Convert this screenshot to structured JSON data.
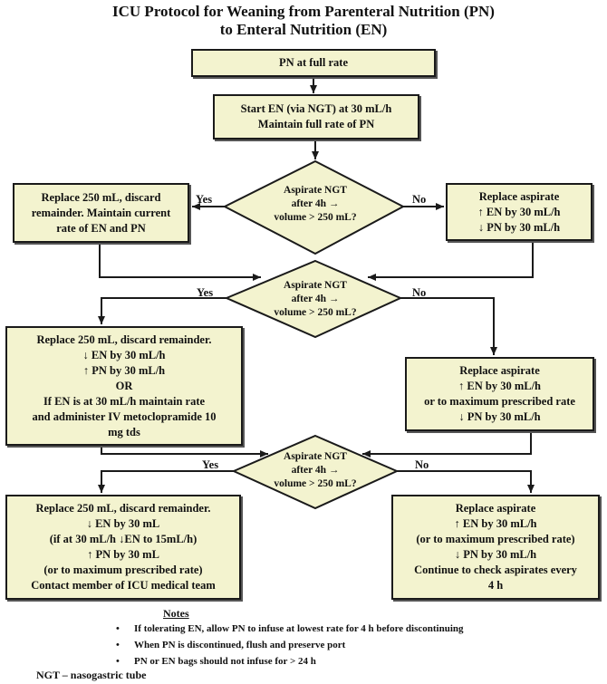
{
  "title": {
    "line1": "ICU Protocol for Weaning from Parenteral Nutrition (PN)",
    "line2": "to Enteral Nutrition (EN)"
  },
  "steps": {
    "start": "PN at full rate",
    "second": [
      "Start EN (via NGT) at 30 mL/h",
      "Maintain full rate of PN"
    ]
  },
  "decision": [
    "Aspirate NGT",
    "after 4h →",
    "volume > 250 mL?"
  ],
  "labels": {
    "yes": "Yes",
    "no": "No"
  },
  "round1": {
    "yes": [
      "Replace 250 mL, discard",
      "remainder. Maintain current",
      "rate of EN and PN"
    ],
    "no": [
      "Replace aspirate",
      "↑ EN by 30 mL/h",
      "↓ PN by 30 mL/h"
    ]
  },
  "round2": {
    "yes": [
      "Replace 250 mL, discard remainder.",
      "↓ EN by 30 mL/h",
      "↑ PN by 30 mL/h",
      "OR",
      "If EN is at 30 mL/h maintain rate",
      "and administer IV metoclopramide 10",
      "mg tds"
    ],
    "no": [
      "Replace aspirate",
      "↑ EN by 30 mL/h",
      "or to maximum prescribed rate",
      "↓ PN by 30 mL/h"
    ]
  },
  "round3": {
    "yes": [
      "Replace 250 mL, discard remainder.",
      "↓ EN by 30 mL",
      "(if at 30 mL/h ↓EN to 15mL/h)",
      "↑ PN by 30 mL",
      "(or to maximum prescribed rate)",
      "Contact member of ICU medical team"
    ],
    "no": [
      "Replace aspirate",
      "↑ EN by 30 mL/h",
      "(or to maximum prescribed rate)",
      "↓ PN by 30 mL/h",
      "Continue to check aspirates every",
      "4 h"
    ]
  },
  "notes": {
    "heading": "Notes",
    "items": [
      "If tolerating EN, allow PN to infuse at lowest rate for 4 h before discontinuing",
      "When PN is discontinued, flush and preserve port",
      "PN or EN bags should not infuse for > 24 h"
    ]
  },
  "abbreviation": "NGT – nasogastric tube",
  "colors": {
    "box_fill": "#f3f3cf",
    "border": "#1a1a1a"
  }
}
